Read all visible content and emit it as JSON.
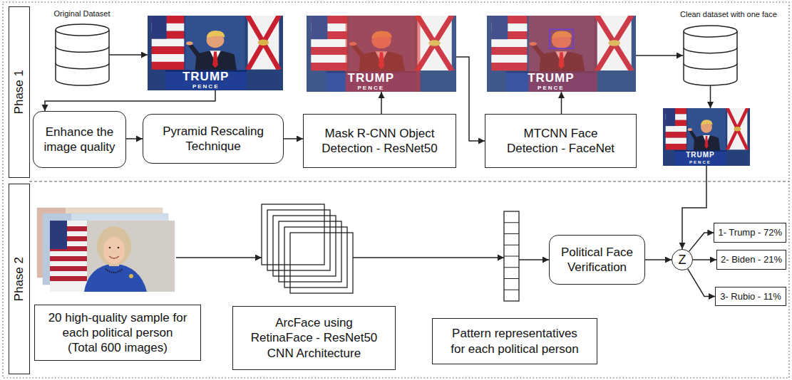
{
  "diagram": {
    "nodes": [
      {
        "text": [
          "Phase 1"
        ]
      },
      {
        "text": [
          "Original Dataset"
        ]
      },
      {
        "text": [
          "TRUMP",
          "PENCE"
        ]
      },
      {
        "text": [
          "Enhance the image quality"
        ]
      },
      {
        "text": [
          "Pyramid Rescaling Technique"
        ]
      },
      {
        "text": [
          "Mask R-CNN Object Detection - ResNet50"
        ]
      },
      {
        "text": [
          "TRUMP",
          "PENCE"
        ]
      },
      {
        "text": [
          "MTCNN Face Detection - FaceNet"
        ]
      },
      {
        "text": [
          "TRUMP",
          "PENCE"
        ]
      },
      {
        "text": [
          "Clean dataset with one face"
        ]
      },
      {
        "text": [
          "TRUMP",
          "PENCE"
        ]
      },
      {
        "text": [
          "Phase 2"
        ]
      },
      {
        "text": [
          "20 high-quality sample for each political person (Total 600 images)"
        ]
      },
      {
        "text": [
          "ArcFace using RetinaFace - ResNet50 CNN Architecture"
        ]
      },
      {
        "text": [
          "Pattern representatives for each political person"
        ]
      },
      {
        "text": [
          "Political Face Verification"
        ]
      },
      {
        "text": [
          "Z"
        ]
      },
      {
        "text": [
          "1- Trump - 72%"
        ]
      },
      {
        "text": [
          "2- Biden - 21%"
        ]
      },
      {
        "text": [
          "3- Rubio - 11%"
        ]
      }
    ],
    "edges": [
      {
        "from": 1,
        "to": 2,
        "arrow": "to"
      },
      {
        "from": 2,
        "to": 3,
        "arrow": "to"
      },
      {
        "from": 3,
        "to": 4,
        "arrow": "to"
      },
      {
        "from": 4,
        "to": 5,
        "arrow": "to"
      },
      {
        "from": 5,
        "to": 6,
        "arrow": "to"
      },
      {
        "from": 6,
        "to": 7,
        "arrow": "to"
      },
      {
        "from": 7,
        "to": 8,
        "arrow": "to"
      },
      {
        "from": 8,
        "to": 9,
        "arrow": "to"
      },
      {
        "from": 9,
        "to": 10,
        "arrow": "to"
      },
      {
        "from": 10,
        "to": 16,
        "arrow": "to"
      },
      {
        "from": 15,
        "to": 16,
        "arrow": "to"
      },
      {
        "from": 16,
        "to": 17,
        "arrow": "to"
      },
      {
        "from": 16,
        "to": 18,
        "arrow": "to"
      },
      {
        "from": 16,
        "to": 19,
        "arrow": "to"
      }
    ]
  }
}
